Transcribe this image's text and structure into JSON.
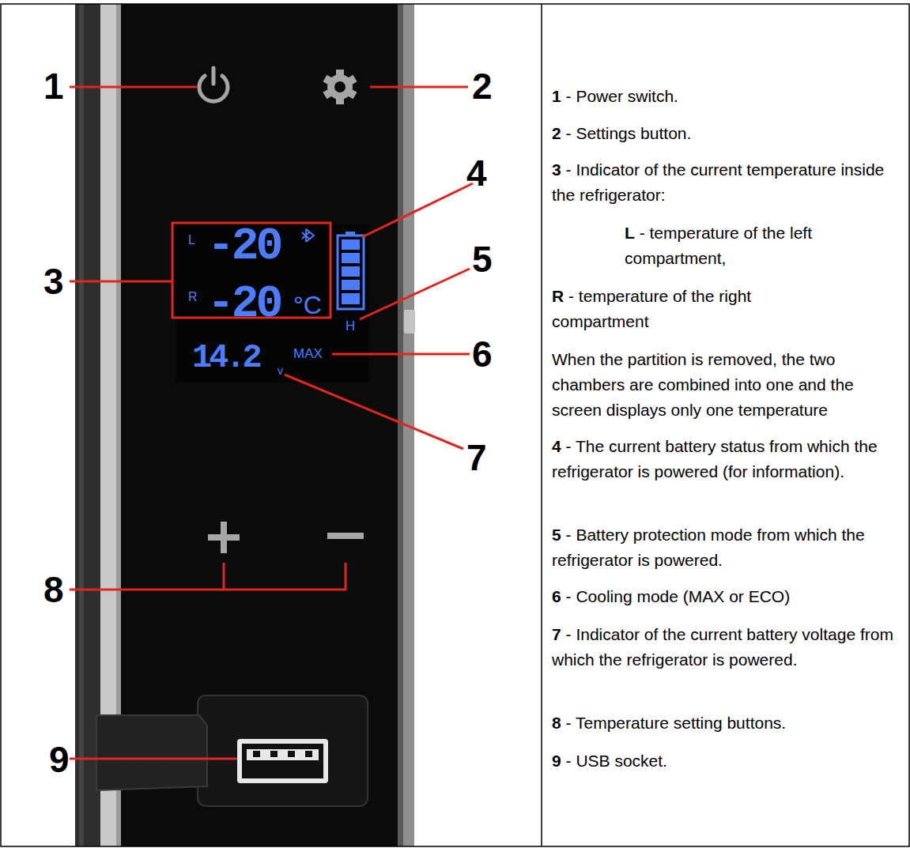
{
  "diagram": {
    "labels": [
      "1",
      "2",
      "L",
      "-20",
      "R",
      "-20",
      "°C",
      "H",
      "14.2",
      "MAX",
      "v",
      "3",
      "4",
      "5",
      "6",
      "7",
      "8",
      "9",
      "1",
      "- Power switch.",
      "2",
      "- Settings button.",
      "3",
      "- Indicator of the current temperature inside the refrigerator:",
      "L",
      "- temperature of the left compartment,",
      "R",
      "- temperature of the right compartment",
      "When the partition is removed, the two chambers are combined into one and the screen displays only one temperature",
      "4",
      "- The current battery status from which the refrigerator is powered (for information).",
      "5",
      "- Battery protection mode from which the refrigerator is powered.",
      "6",
      "- Cooling mode (MAX or ECO)",
      "7",
      "- Indicator of the current battery voltage from which the refrigerator is powered.",
      "8",
      "- Temperature setting buttons.",
      "9",
      "- USB socket."
    ]
  }
}
